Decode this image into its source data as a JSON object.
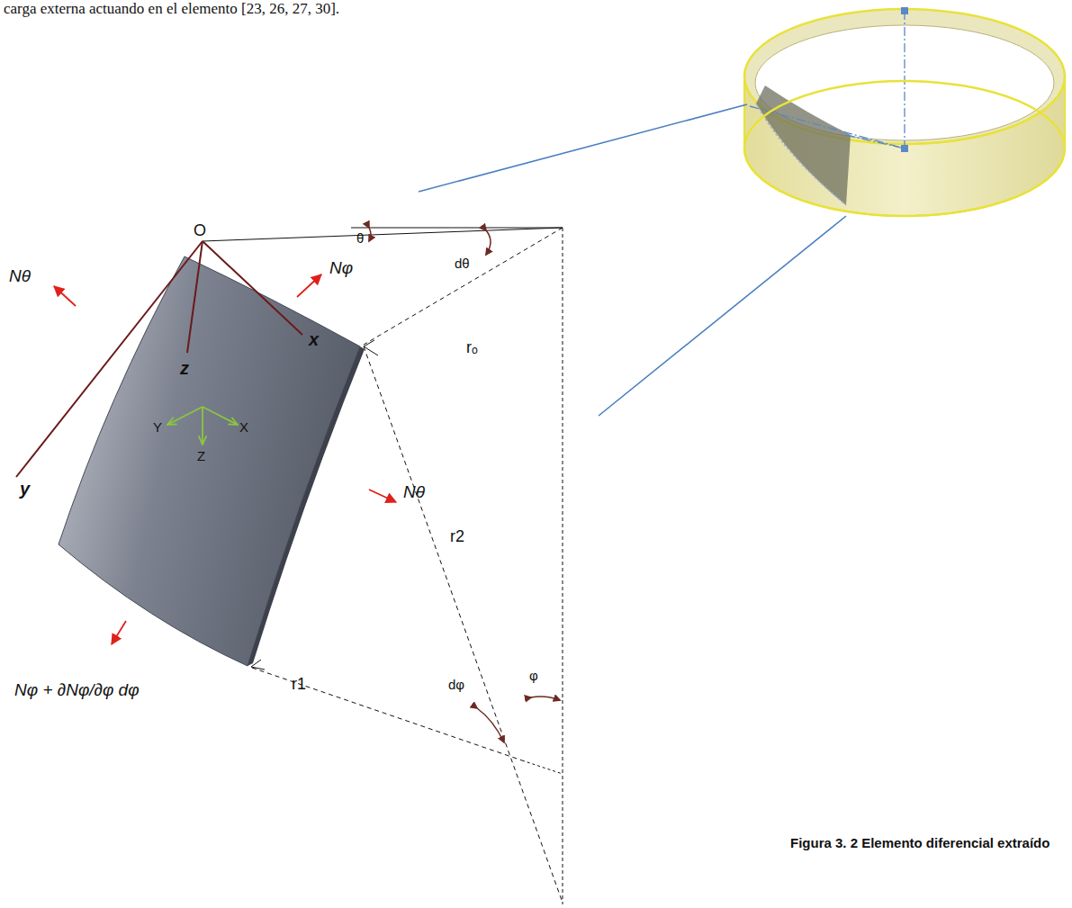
{
  "diagram": {
    "caption": "Figura 3. 2 Elemento diferencial extraído",
    "labels": [
      "carga externa actuando en el elemento [23, 26, 27, 30].",
      "θ",
      "dθ",
      "O",
      "Nφ",
      "Nθ",
      "rₒ",
      "z",
      "x",
      "y",
      "Y",
      "X",
      "Z",
      "Nθ",
      "r2",
      "Nφ + ∂Nφ/∂φ dφ",
      "r1",
      "dφ",
      "φ"
    ]
  }
}
